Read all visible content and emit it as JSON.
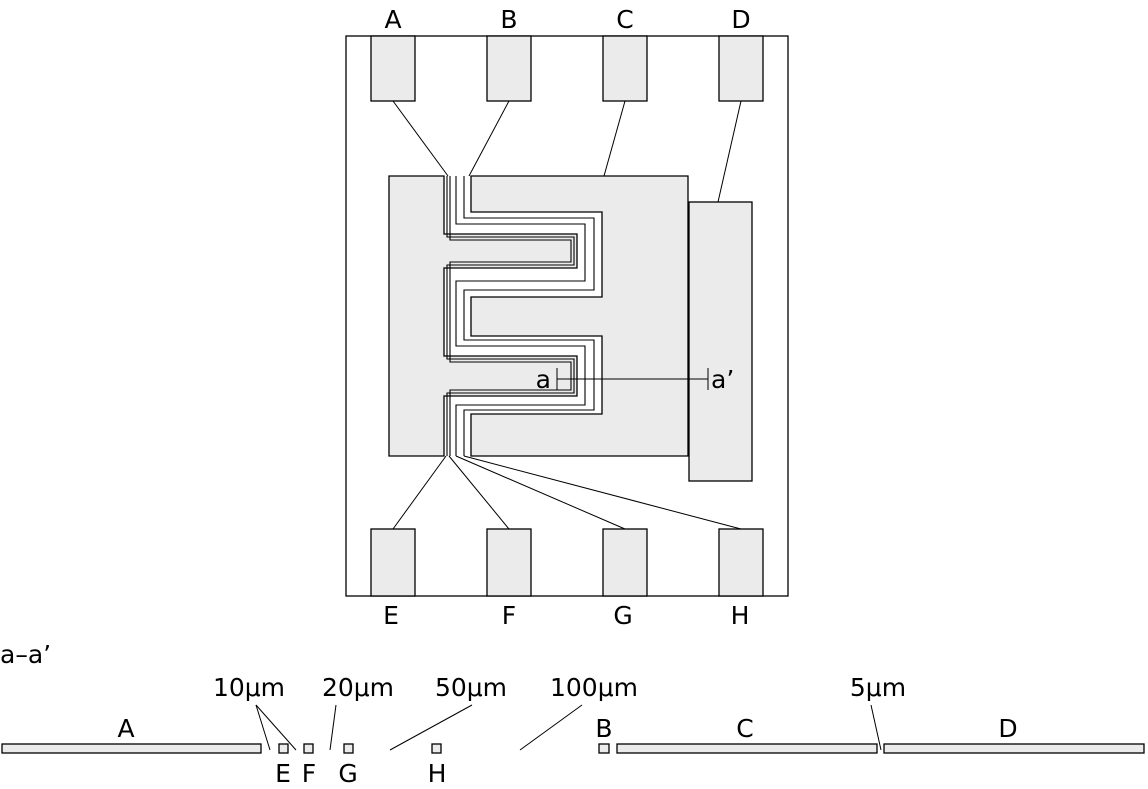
{
  "pads_top": [
    "A",
    "B",
    "C",
    "D"
  ],
  "pads_bottom": [
    "E",
    "F",
    "G",
    "H"
  ],
  "section_marker": {
    "start": "a",
    "end": "a’"
  },
  "section": {
    "title": "a–a’",
    "electrodes": {
      "A": "A",
      "B": "B",
      "C": "C",
      "D": "D"
    },
    "strips": {
      "E": "E",
      "F": "F",
      "G": "G",
      "H": "H"
    },
    "gap_labels": {
      "g10": "10μm",
      "g20": "20μm",
      "g50": "50μm",
      "g100": "100μm",
      "g5": "5μm"
    }
  }
}
